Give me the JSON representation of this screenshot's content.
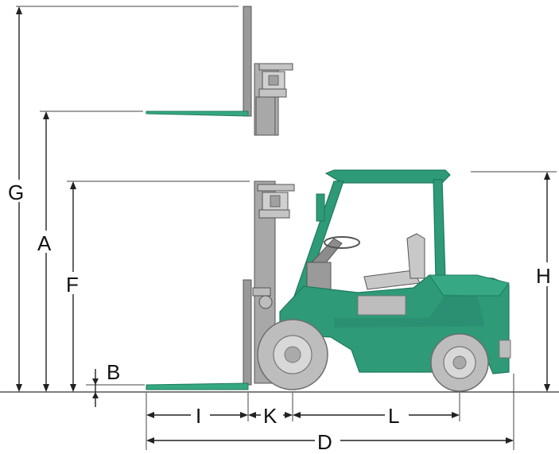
{
  "labels": {
    "G": "G",
    "A": "A",
    "F": "F",
    "B": "B",
    "H": "H",
    "I": "I",
    "K": "K",
    "L": "L",
    "D": "D"
  },
  "colors": {
    "body": "#2e9a78",
    "body_dark": "#1f7a5c",
    "mast": "#9a9a9a",
    "mast_dark": "#6e6e6e",
    "tire": "#bdbdbd",
    "tire_dark": "#8c8c8c",
    "seat": "#c8c8c8",
    "fork": "#35a882",
    "line": "#222222"
  }
}
